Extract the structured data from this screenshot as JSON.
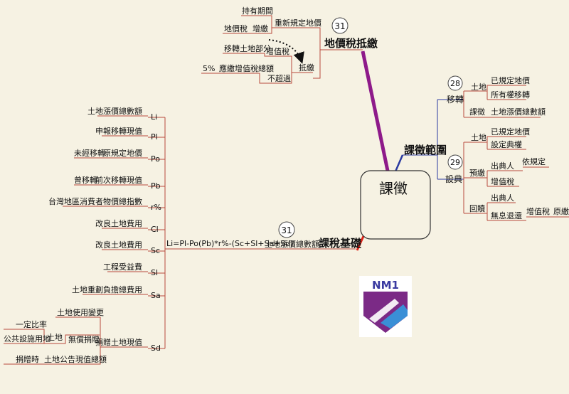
{
  "center": {
    "label": "課徵"
  },
  "branches": {
    "basis": {
      "label": "課稅基礎",
      "color": "#e02418",
      "badge": "31",
      "sub": "土地漲價總數額",
      "formula": "Li=Pl-Po(Pb)*r%-(Sc+Sl+Sa+Sd)",
      "terms": [
        {
          "code": "Li",
          "label": "土地漲價總數額"
        },
        {
          "code": "Pl",
          "label": "申報移轉現值"
        },
        {
          "code": "Po",
          "label": "原規定地價",
          "extra": "未經移轉"
        },
        {
          "code": "Pb",
          "label": "前次移轉現值",
          "extra": "曾移轉"
        },
        {
          "code": "r%",
          "label": "台灣地區消費者物價總指數"
        },
        {
          "code": "Cl",
          "label": "改良土地費用"
        },
        {
          "code": "Sc",
          "label": "改良土地費用"
        },
        {
          "code": "Sl",
          "label": "工程受益費"
        },
        {
          "code": "Sa",
          "label": "土地重劃負擔總費用"
        },
        {
          "code": "Sd",
          "label": "捐贈土地現值"
        }
      ],
      "sd_detail": {
        "use_change": "土地使用變更",
        "land": "土地",
        "free_donation": "無償捐贈",
        "ratio": "一定比率",
        "public_land": "公共設施用地",
        "donate_time": "捐贈時",
        "announced_value": "土地公告現值總額"
      }
    },
    "offset": {
      "label": "地價稅抵繳",
      "color": "#8e1a8a",
      "badge": "31",
      "credit": "抵繳",
      "items": {
        "holding_period": "持有期間",
        "reassess": "重新規定地價",
        "land_value_tax": "地價稅",
        "levy": "增繳",
        "transfer_part": "移轉土地部分",
        "incr_tax": "增值稅",
        "cap_pct": "5%",
        "payable": "應繳增值稅總額",
        "not_exceed": "不超過"
      }
    },
    "scope": {
      "label": "課徵範圍",
      "color": "#2a3aa0",
      "transfer": {
        "badge": "28",
        "label": "移轉",
        "land": "土地",
        "land_items": [
          "已規定地價",
          "所有權移轉"
        ],
        "levy": "課徵",
        "levy_item": "土地漲價總數額"
      },
      "mortgage": {
        "badge": "29",
        "label": "設典",
        "land": "土地",
        "land_items": [
          "已規定地價",
          "設定典權"
        ],
        "prepay": "預繳",
        "grantor": "出典人",
        "per_rule": "依規定",
        "incr_tax": "增值稅",
        "redeem": "回贖",
        "redeem_grantor": "出典人",
        "refund": "無息退還",
        "incr_tax2": "增值稅",
        "original": "原繳"
      }
    }
  },
  "logo": {
    "text": "NM1"
  },
  "colors": {
    "background": "#f6f2e3",
    "lines": "#b84a3c",
    "logo_purple": "#7b2a86",
    "logo_blue": "#3a8fd6"
  }
}
